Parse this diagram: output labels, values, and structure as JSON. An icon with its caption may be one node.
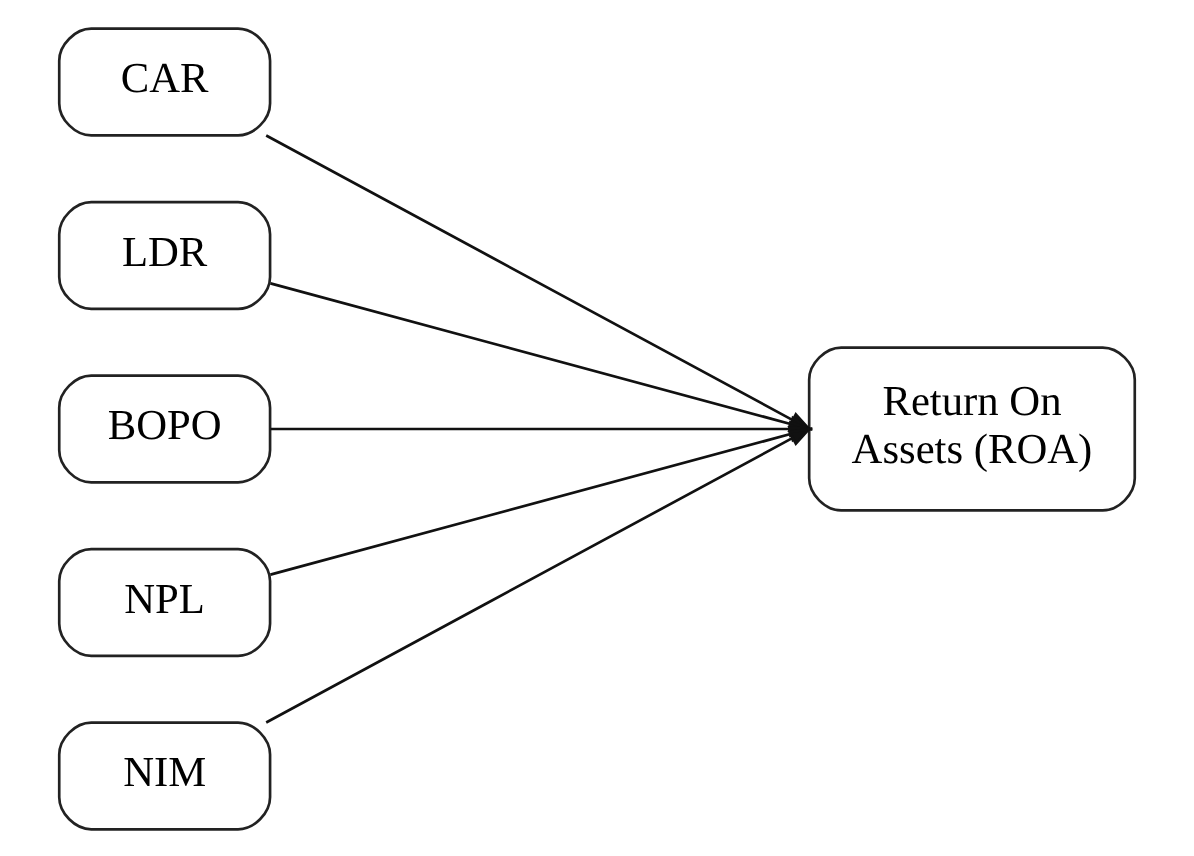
{
  "diagram": {
    "nodes": [
      {
        "text": [
          "CAR"
        ]
      },
      {
        "text": [
          "LDR"
        ]
      },
      {
        "text": [
          "BOPO"
        ]
      },
      {
        "text": [
          "NPL"
        ]
      },
      {
        "text": [
          "NIM"
        ]
      },
      {
        "text": [
          "Return On Assets (ROA)"
        ]
      }
    ],
    "edges": [
      {
        "from": 0,
        "to": 5,
        "arrow": "to"
      },
      {
        "from": 1,
        "to": 5,
        "arrow": "to"
      },
      {
        "from": 2,
        "to": 5,
        "arrow": "to"
      },
      {
        "from": 3,
        "to": 5,
        "arrow": "to"
      },
      {
        "from": 4,
        "to": 5,
        "arrow": "to"
      }
    ]
  }
}
